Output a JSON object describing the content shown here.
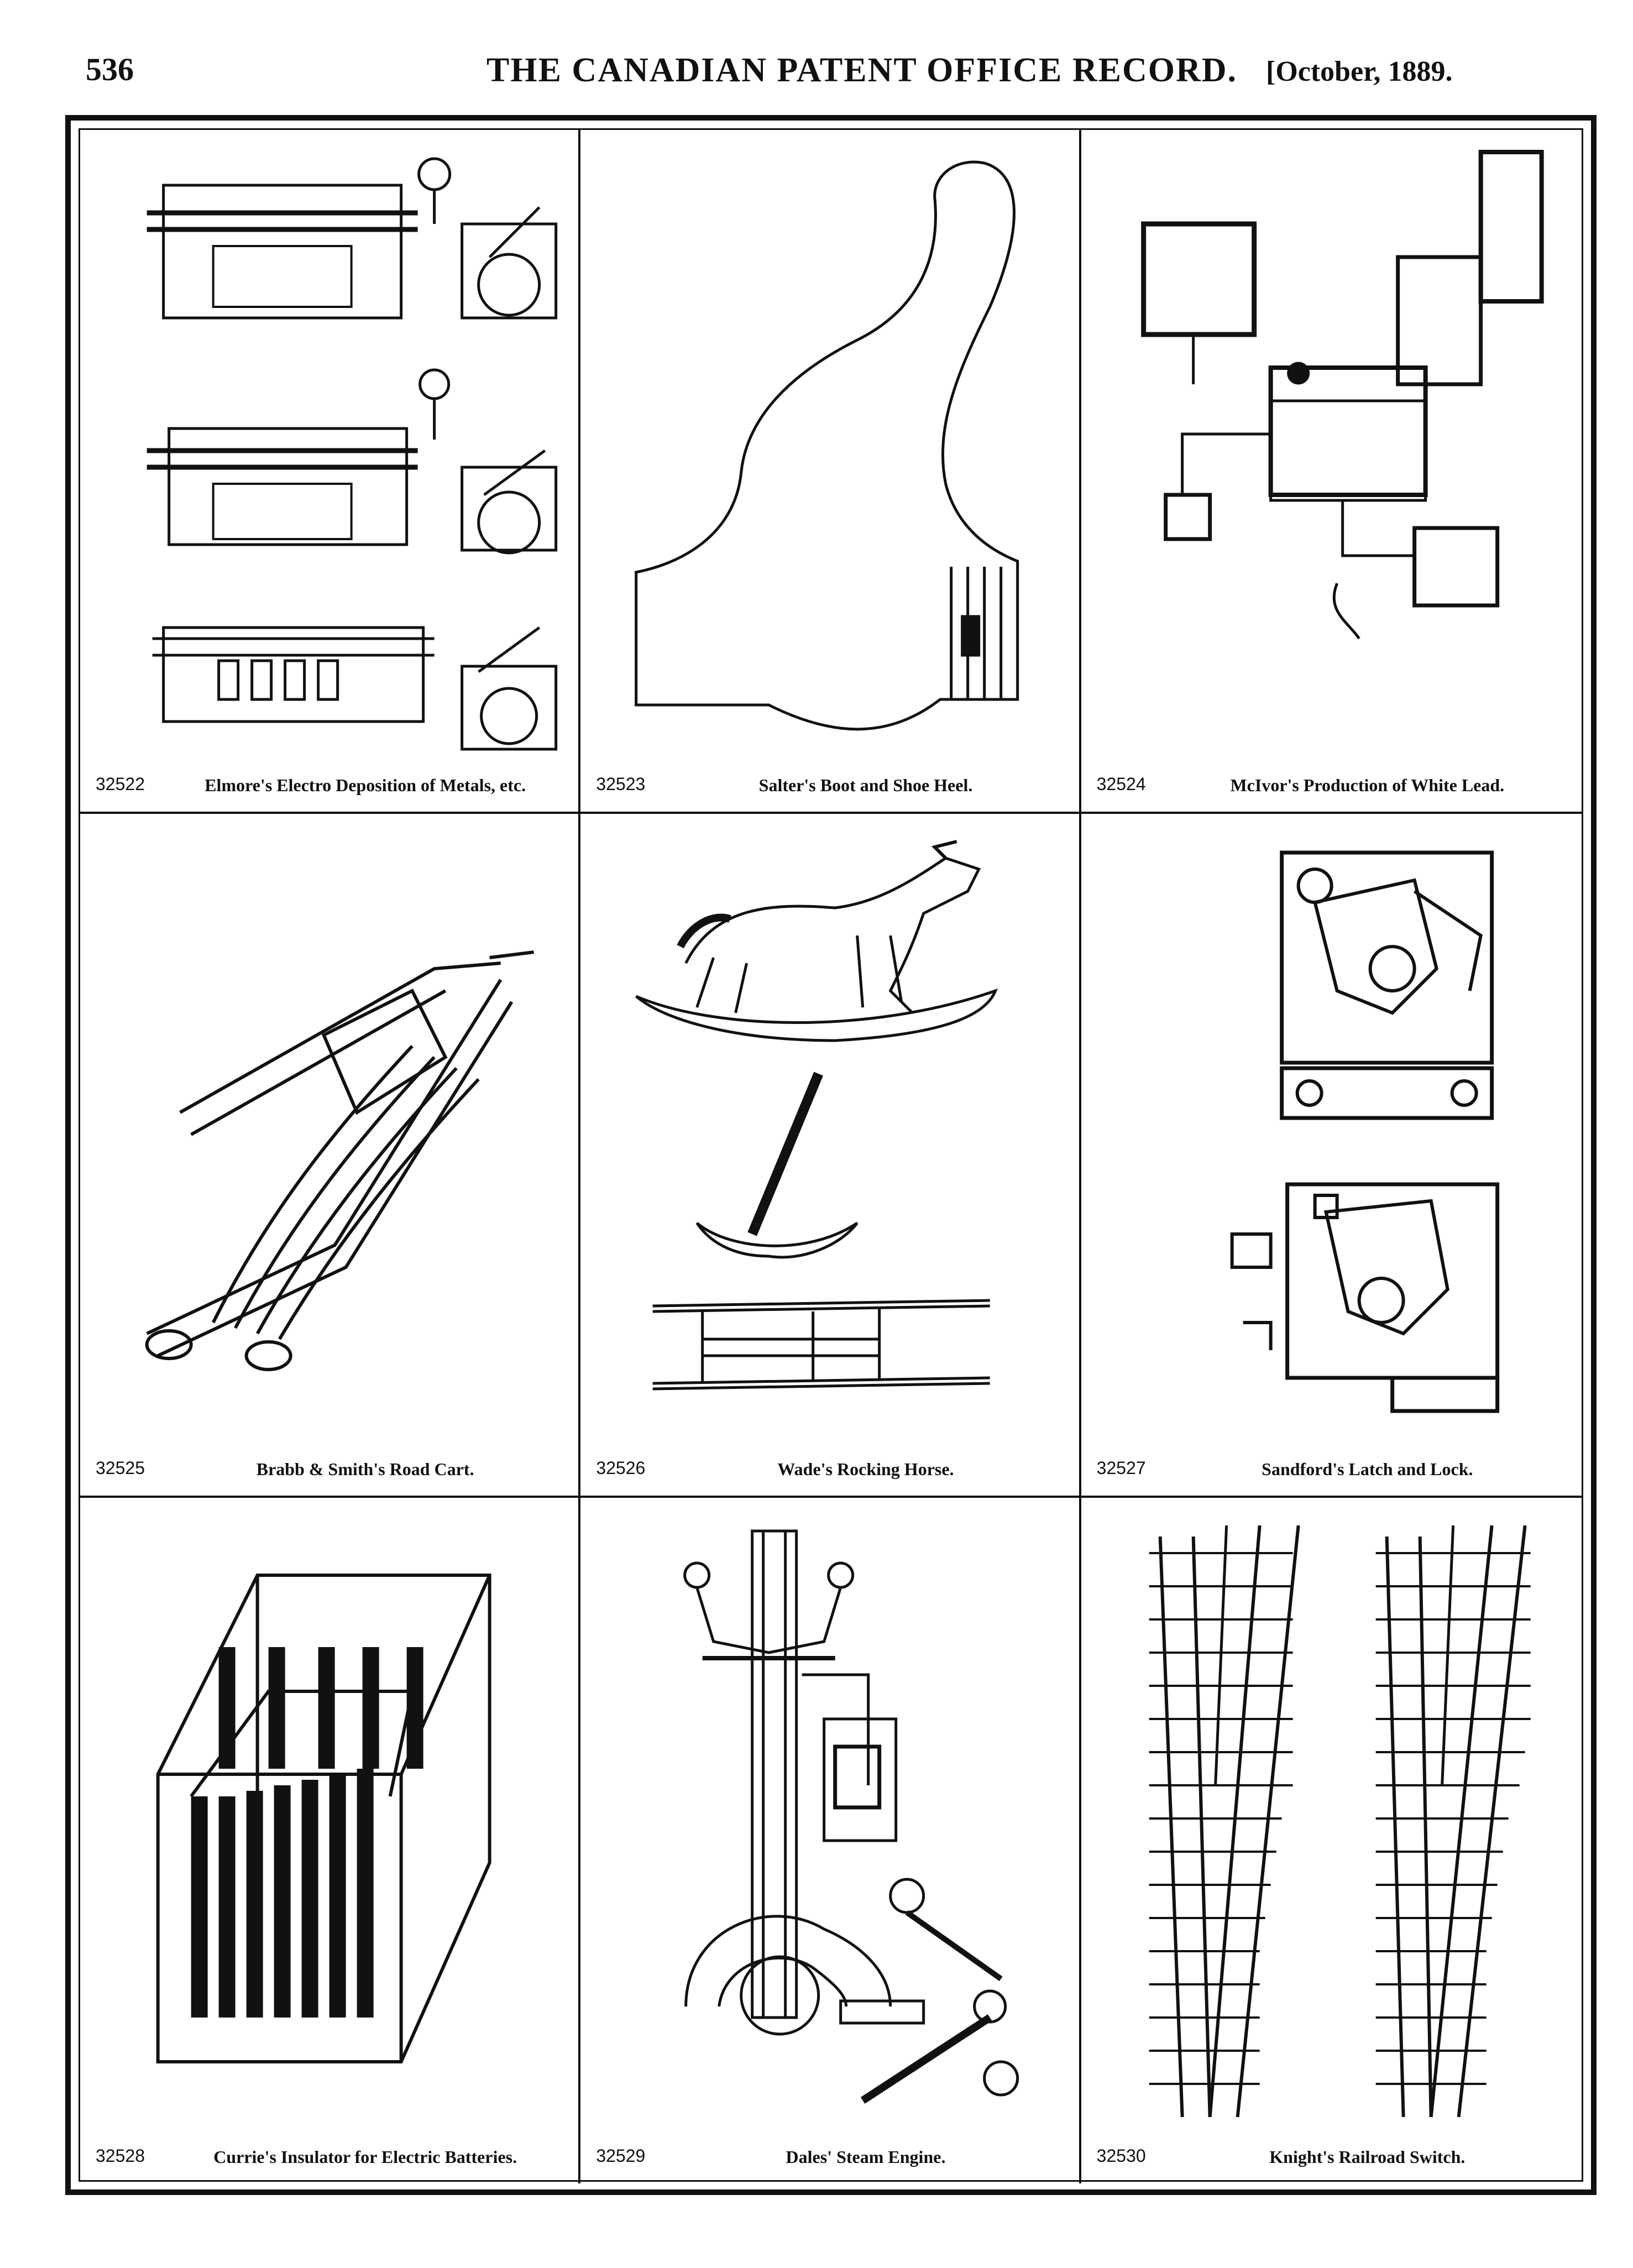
{
  "header": {
    "page_number": "536",
    "journal_title": "THE CANADIAN PATENT OFFICE RECORD.",
    "date": "[October, 1889."
  },
  "patents": [
    {
      "number": "32522",
      "title": "Elmore's Electro Deposition of Metals, etc."
    },
    {
      "number": "32523",
      "title": "Salter's Boot and Shoe Heel."
    },
    {
      "number": "32524",
      "title": "McIvor's Production of White Lead."
    },
    {
      "number": "32525",
      "title": "Brabb & Smith's Road Cart."
    },
    {
      "number": "32526",
      "title": "Wade's Rocking Horse."
    },
    {
      "number": "32527",
      "title": "Sandford's Latch and Lock."
    },
    {
      "number": "32528",
      "title": "Currie's Insulator for Electric Batteries."
    },
    {
      "number": "32529",
      "title": "Dales' Steam Engine."
    },
    {
      "number": "32530",
      "title": "Knight's Railroad Switch."
    }
  ]
}
